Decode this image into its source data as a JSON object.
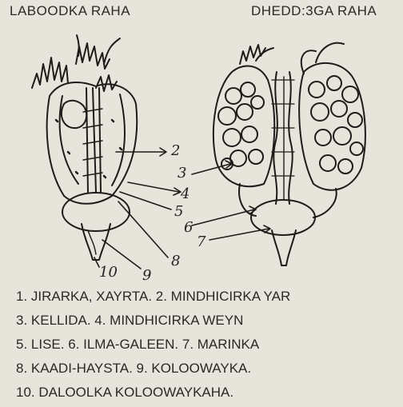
{
  "titles": {
    "left": "LABOODKA RAHA",
    "right": "DHEDD:3GA RAHA"
  },
  "callout_numbers": [
    "2",
    "3",
    "4",
    "5",
    "6",
    "7",
    "8",
    "9",
    "10"
  ],
  "legend": [
    "1. JIRARKA, XAYRTA. 2. MINDHICIRKA YAR",
    "3. KELLIDA. 4. MINDHICIRKA WEYN",
    "5. LISE. 6. ILMA-GALEEN. 7. MARINKA",
    "8. KAADI-HAYSTA. 9. KOLOOWAYKA.",
    "10. DALOOLKA KOLOOWAYKAHA."
  ],
  "colors": {
    "paper": "#e7e4db",
    "ink": "#1e1c1a"
  }
}
